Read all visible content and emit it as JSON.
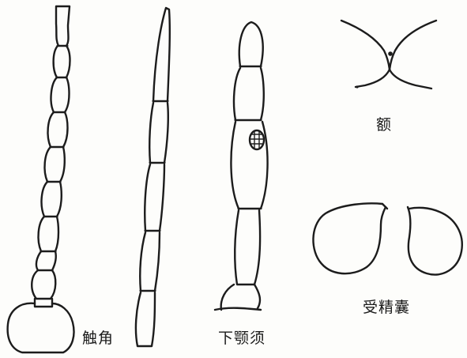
{
  "labels": {
    "antenna": "触角",
    "maxillary_palp": "下颚须",
    "frons": "额",
    "spermatheca": "受精囊"
  },
  "colors": {
    "ink": "#1c1c1c",
    "paper": "#fdfdfb"
  }
}
